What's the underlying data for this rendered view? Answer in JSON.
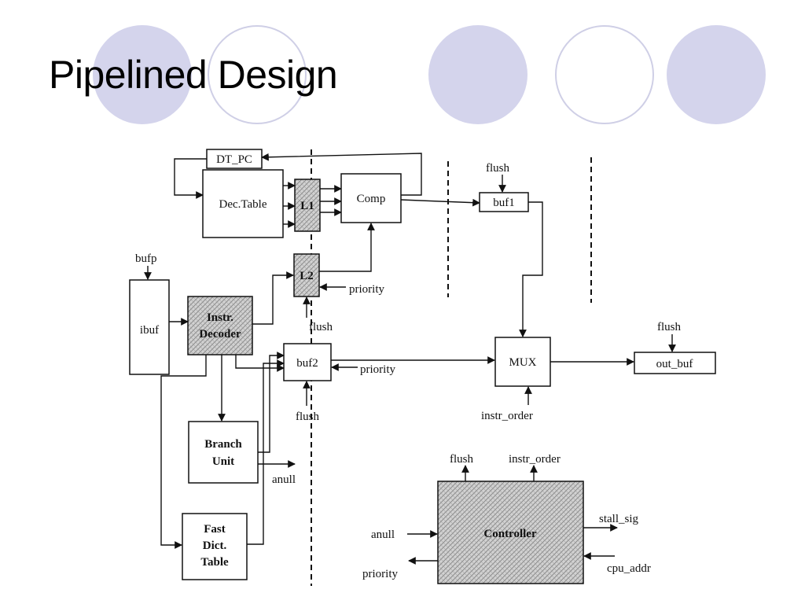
{
  "slide": {
    "title": "Pipelined Design"
  },
  "decor": {
    "circle_fill": "#d4d4ec",
    "circle_ring": "#cfcfe6"
  },
  "diagram": {
    "blocks": {
      "dt_pc": "DT_PC",
      "dec_table": "Dec.Table",
      "l1": "L1",
      "comp": "Comp",
      "l2": "L2",
      "buf1": "buf1",
      "ibuf": "ibuf",
      "instr_decoder_l1": "Instr.",
      "instr_decoder_l2": "Decoder",
      "buf2": "buf2",
      "mux": "MUX",
      "out_buf": "out_buf",
      "branch_unit_l1": "Branch",
      "branch_unit_l2": "Unit",
      "fast_dict_l1": "Fast",
      "fast_dict_l2": "Dict.",
      "fast_dict_l3": "Table",
      "controller": "Controller"
    },
    "signals": {
      "bufp": "bufp",
      "flush": "flush",
      "priority": "priority",
      "instr_order": "instr_order",
      "anull": "anull",
      "stall_sig": "stall_sig",
      "cpu_addr": "cpu_addr"
    }
  }
}
